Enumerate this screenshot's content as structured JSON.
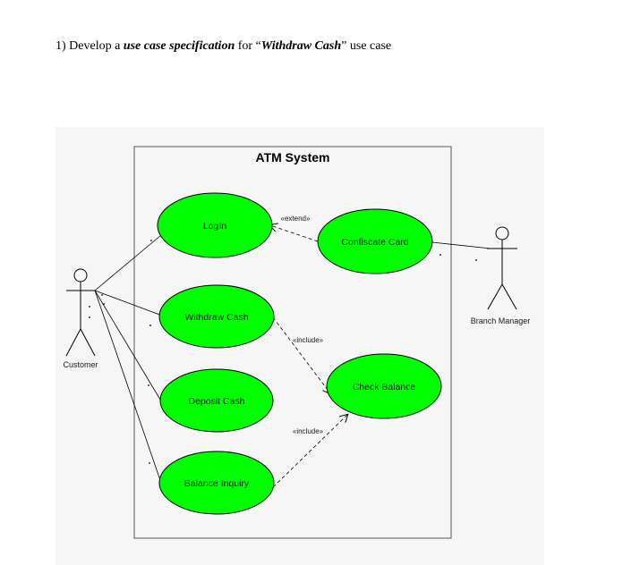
{
  "question": {
    "prefix": "1) Develop a ",
    "emphasis": "use case specification",
    "mid": " for “",
    "usecase": "Withdraw Cash",
    "suffix": "” use case"
  },
  "diagram": {
    "system_title": "ATM System",
    "actors": {
      "customer": "Customer",
      "branch_manager": "Branch Manager"
    },
    "use_cases": {
      "login": "LogIn",
      "withdraw": "Withdraw Cash",
      "deposit": "Deposit Cash",
      "balance_inquiry": "Balance Inquiry",
      "confiscate": "Confiscate Card",
      "check_balance": "Check Balance"
    },
    "relations": {
      "extend": "«extend»",
      "include_1": "«include»",
      "include_2": "«include»"
    },
    "colors": {
      "use_case_fill": "#00ff00",
      "panel_background": "#f6f6f6"
    }
  }
}
